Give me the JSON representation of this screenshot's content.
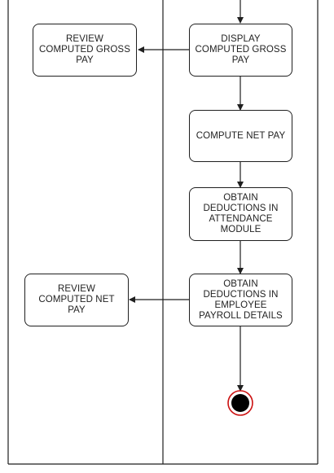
{
  "nodes": {
    "review_gross": [
      "REVIEW",
      "COMPUTED GROSS",
      "PAY"
    ],
    "display_gross": [
      "DISPLAY",
      "COMPUTED GROSS",
      "PAY"
    ],
    "compute_net": [
      "COMPUTE NET PAY"
    ],
    "obtain_attendance": [
      "OBTAIN",
      "DEDUCTIONS IN",
      "ATTENDANCE",
      "MODULE"
    ],
    "review_net": [
      "REVIEW",
      "COMPUTED NET",
      "PAY"
    ],
    "obtain_payroll": [
      "OBTAIN",
      "DEDUCTIONS IN",
      "EMPLOYEE",
      "PAYROLL DETAILS"
    ]
  },
  "colors": {
    "line": "#1f1f1f",
    "end_ring": "#cc1111",
    "end_fill": "#000000"
  }
}
